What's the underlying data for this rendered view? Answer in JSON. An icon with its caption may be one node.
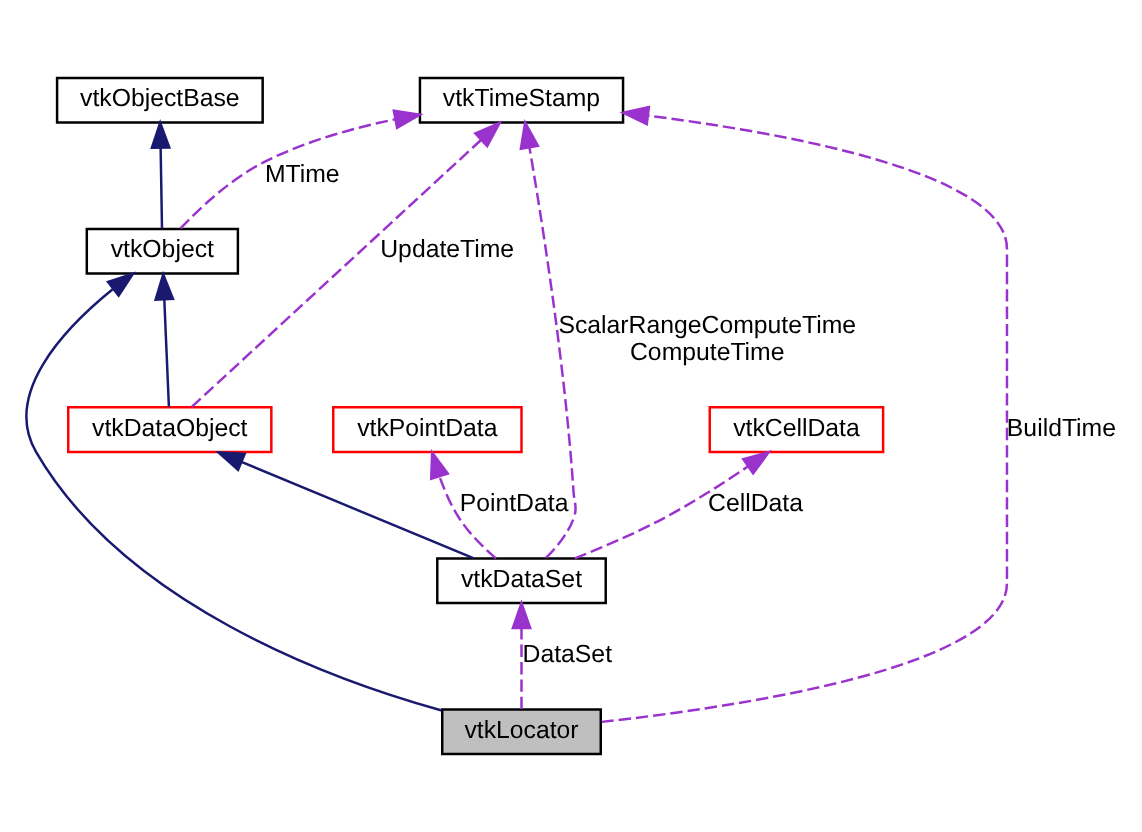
{
  "diagram": {
    "nodes": [
      {
        "text": [
          "vtkTimeStamp"
        ]
      },
      {
        "text": [
          "vtkObjectBase"
        ]
      },
      {
        "text": [
          "vtkObject"
        ]
      },
      {
        "text": [
          "vtkCellData"
        ]
      },
      {
        "text": [
          "vtkPointData"
        ]
      },
      {
        "text": [
          "vtkDataObject"
        ]
      },
      {
        "text": [
          "vtkDataSet"
        ]
      },
      {
        "text": [
          "vtkLocator"
        ]
      }
    ],
    "edges": [
      {
        "from": 7,
        "to": 0,
        "arrow": "to",
        "label": "BuildTime",
        "style": "dashed"
      },
      {
        "from": 6,
        "to": 0,
        "arrow": "to",
        "label": "ScalarRangeComputeTime ComputeTime",
        "style": "dashed"
      },
      {
        "from": 5,
        "to": 0,
        "arrow": "to",
        "label": "UpdateTime",
        "style": "dashed"
      },
      {
        "from": 2,
        "to": 0,
        "arrow": "to",
        "label": "MTime",
        "style": "dashed"
      },
      {
        "from": 2,
        "to": 1,
        "arrow": "to",
        "color": "#191970"
      },
      {
        "from": 5,
        "to": 2,
        "arrow": "to",
        "color": "#191970"
      },
      {
        "from": 7,
        "to": 2,
        "arrow": "to",
        "color": "#191970"
      },
      {
        "from": 6,
        "to": 3,
        "arrow": "to",
        "label": "CellData",
        "style": "dashed"
      },
      {
        "from": 6,
        "to": 4,
        "arrow": "to",
        "label": "PointData",
        "style": "dashed"
      },
      {
        "from": 6,
        "to": 5,
        "arrow": "to",
        "color": "#191970"
      },
      {
        "from": 7,
        "to": 6,
        "arrow": "to",
        "label": "DataSet",
        "style": "dashed"
      }
    ]
  }
}
